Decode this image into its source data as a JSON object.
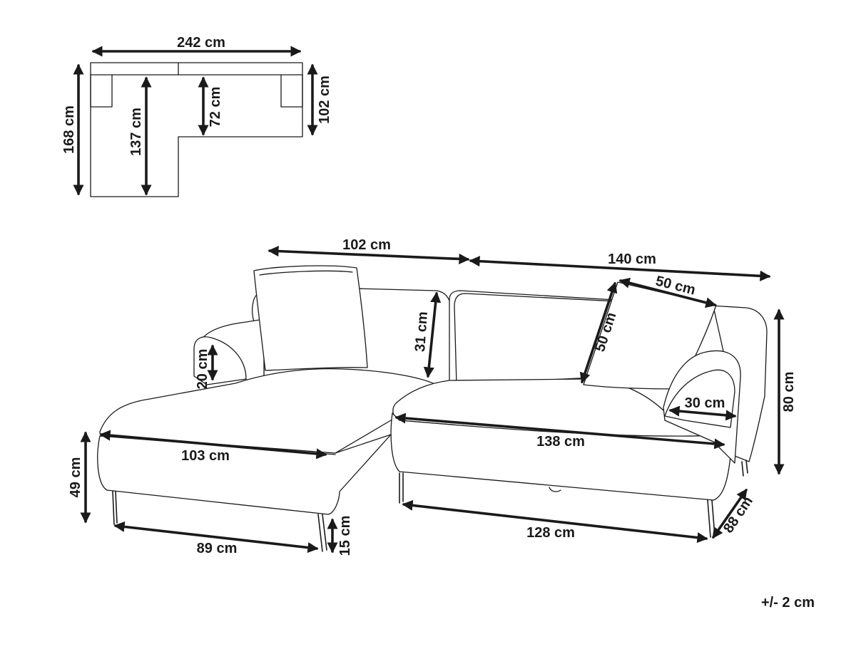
{
  "top_view": {
    "overall_width": "242 cm",
    "overall_depth": "168 cm",
    "chaise_inner_depth": "137 cm",
    "seat_inner_depth": "72 cm",
    "sofa_depth": "102 cm"
  },
  "front_view": {
    "chaise_width": "102 cm",
    "sofa_width": "140 cm",
    "cushion_width": "50 cm",
    "cushion_height": "50 cm",
    "backrest_height": "31 cm",
    "armrest_height": "20 cm",
    "total_height": "80 cm",
    "armrest_width": "30 cm",
    "chaise_seat_width": "103 cm",
    "sofa_seat_width": "138 cm",
    "seat_height": "49 cm",
    "chaise_base_width": "89 cm",
    "leg_height": "15 cm",
    "sofa_base_width": "128 cm",
    "seat_depth": "88 cm"
  },
  "tolerance": "+/- 2 cm",
  "colors": {
    "line": "#1a1a1a",
    "background": "#ffffff"
  }
}
